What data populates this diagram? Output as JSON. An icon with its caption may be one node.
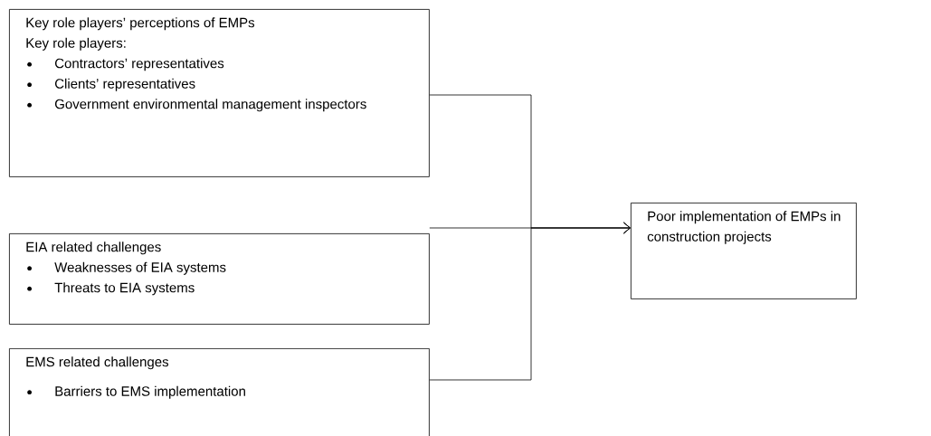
{
  "diagram": {
    "nodes": [
      {
        "text": [
          "Key role players’ perceptions of EMPs",
          "Key role players:",
          "Contractors’ representatives",
          "Clients’ representatives",
          "Government environmental management inspectors"
        ]
      },
      {
        "text": [
          "EIA related challenges",
          "Weaknesses of EIA systems",
          "Threats to EIA systems"
        ]
      },
      {
        "text": [
          "EMS related challenges",
          "Barriers to EMS implementation"
        ]
      },
      {
        "text": [
          "Poor implementation of EMPs in construction projects"
        ]
      }
    ],
    "edges": [
      {
        "from": 0,
        "to": 3,
        "arrow": "to"
      },
      {
        "from": 1,
        "to": 3,
        "arrow": "to"
      },
      {
        "from": 2,
        "to": 3,
        "arrow": "to"
      }
    ]
  }
}
